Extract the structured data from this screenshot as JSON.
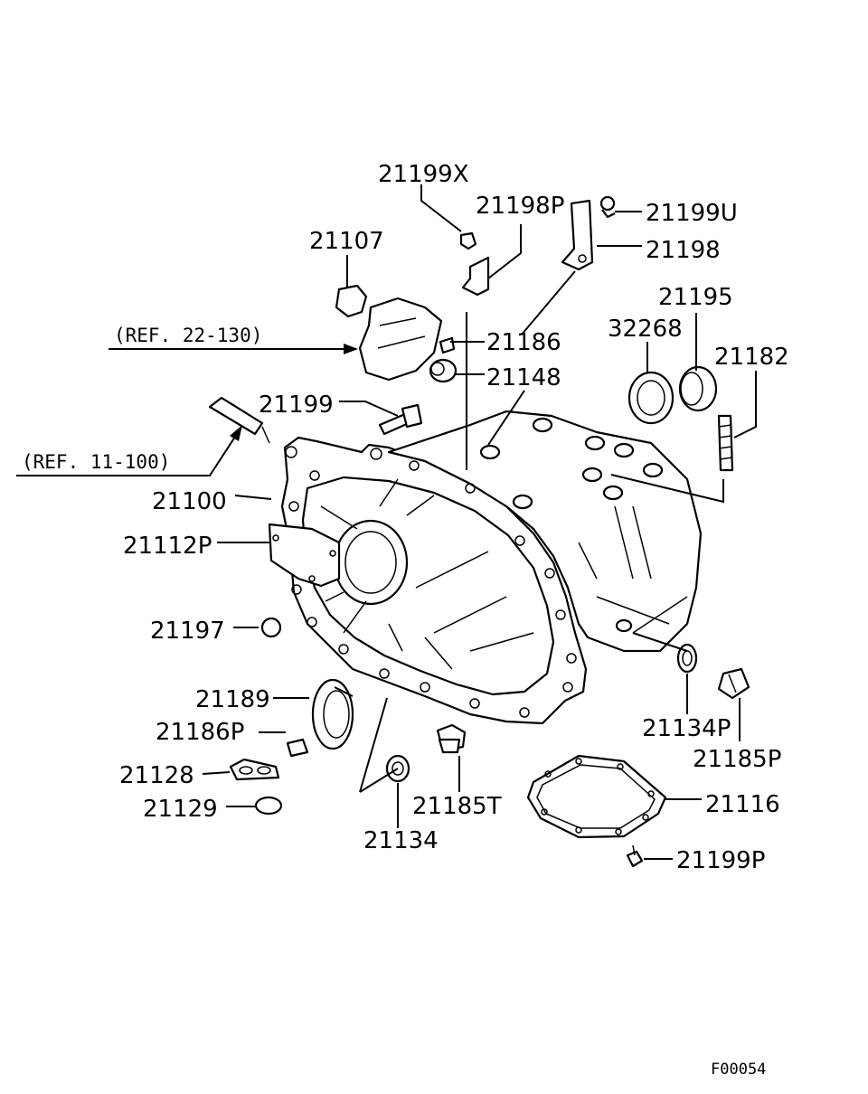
{
  "parts": {
    "p21199X": "21199X",
    "p21198P": "21198P",
    "p21199U": "21199U",
    "p21107": "21107",
    "p21198": "21198",
    "p21195": "21195",
    "p32268": "32268",
    "p21186": "21186",
    "p21182": "21182",
    "p21148": "21148",
    "p21199": "21199",
    "p21100": "21100",
    "p21112P": "21112P",
    "p21197": "21197",
    "p21189": "21189",
    "p21186P": "21186P",
    "p21128": "21128",
    "p21129": "21129",
    "p21134": "21134",
    "p21185T": "21185T",
    "p21134P": "21134P",
    "p21185P": "21185P",
    "p21116": "21116",
    "p21199P": "21199P"
  },
  "references": {
    "ref_22_130": "(REF. 22-130)",
    "ref_11_100": "(REF. 11-100)"
  },
  "figure_code": "F00054"
}
